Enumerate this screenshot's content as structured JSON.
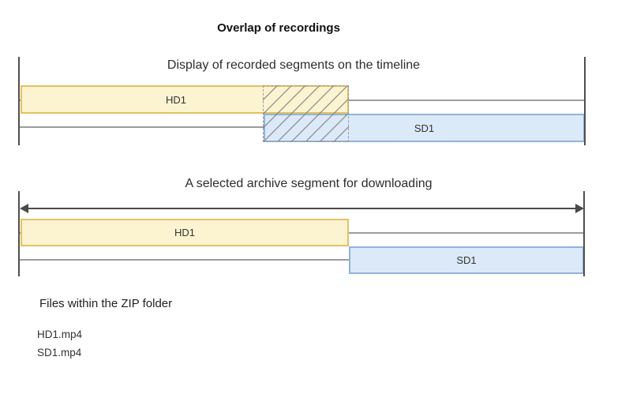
{
  "page_title": "Overlap of recordings",
  "timelines": {
    "recorded": {
      "title": "Display of recorded segments on the timeline",
      "hd_label": "HD1",
      "sd_label": "SD1"
    },
    "selected": {
      "title": "A selected archive segment for downloading",
      "hd_label": "HD1",
      "sd_label": "SD1"
    }
  },
  "zip": {
    "title": "Files within the ZIP folder",
    "files": [
      "HD1.mp4",
      "SD1.mp4"
    ]
  },
  "colors": {
    "hd_fill": "#fcf3d1",
    "hd_border": "#e3c161",
    "sd_fill": "#dbe9f8",
    "sd_border": "#90b3dc",
    "track_line": "#9c9c9c",
    "boundary_line": "#4f4f4f",
    "hatch_line": "#828282",
    "arrow": "#4a4a4a"
  }
}
